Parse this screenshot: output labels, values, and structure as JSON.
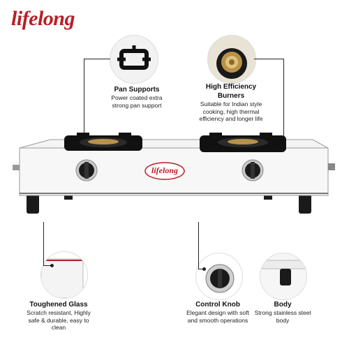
{
  "brand": {
    "logo_text": "lifelong",
    "stove_logo_text": "lifelong",
    "color": "#b81f26"
  },
  "features": {
    "pan_supports": {
      "title": "Pan Supports",
      "desc": "Power coated extra strong pan support"
    },
    "burners": {
      "title": "High Efficiency Burners",
      "desc": "Suitable for Indian style cooking, high thermal efficiency and longer life"
    },
    "glass": {
      "title": "Toughened Glass",
      "desc": "Scratch resistant, Highly safe & durable, easy to clean"
    },
    "knob": {
      "title": "Control Knob",
      "desc": "Elegant design with soft and smooth operations"
    },
    "body": {
      "title": "Body",
      "desc": "Strong stainless steel body"
    }
  }
}
